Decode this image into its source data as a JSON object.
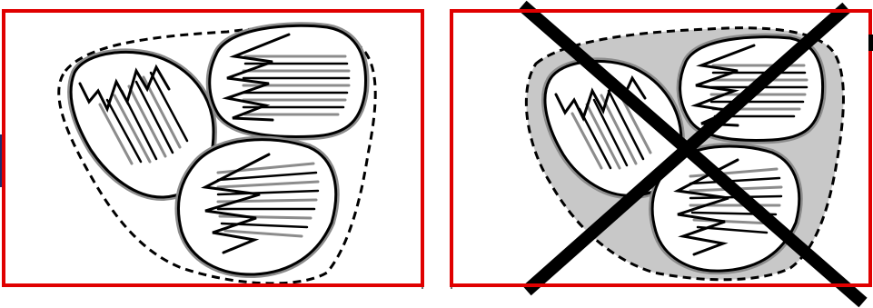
{
  "colors": {
    "frame_border": "#e00000",
    "outline": "#000000",
    "halo": "#8c8c8c",
    "fill_light": "#ffffff",
    "fill_shaded": "#c8c8c8",
    "stroke_gray": "#8c8c8c",
    "edge_blue": "#1c2f6e"
  },
  "panels": [
    {
      "name": "left",
      "rejected": false,
      "clusters": 3,
      "envelope_style": "dashed",
      "envelope_filled": false
    },
    {
      "name": "right",
      "rejected": true,
      "clusters": 3,
      "envelope_style": "dashed",
      "envelope_filled": true
    }
  ],
  "marks": {
    "cross_mark": "x-mark",
    "divider": "vertical-line"
  }
}
